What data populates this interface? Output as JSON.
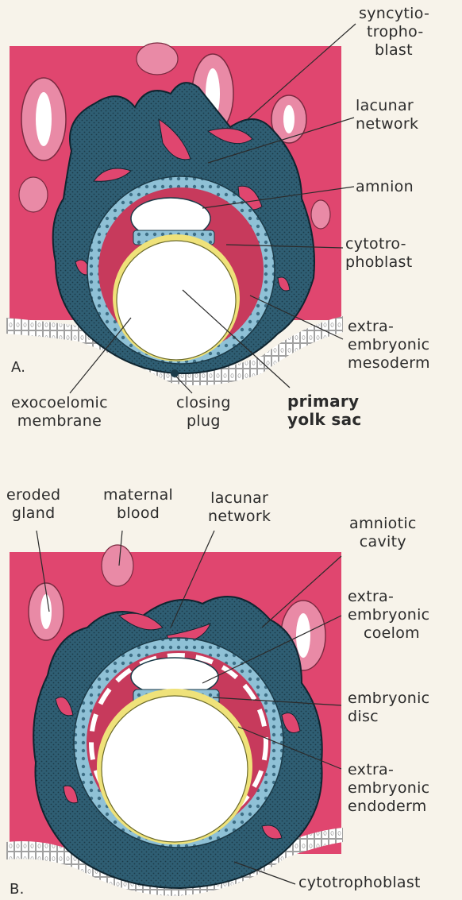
{
  "diagramA": {
    "panel_label": "A.",
    "labels": {
      "syncytiotrophoblast": [
        "syncytio-",
        "tropho-",
        "blast"
      ],
      "lacunar_network": [
        "lacunar",
        "network"
      ],
      "amnion": [
        "amnion"
      ],
      "cytotrophoblast": [
        "cytotro-",
        "phoblast"
      ],
      "extraembryonic_mesoderm": [
        "extra-",
        "embryonic",
        "mesoderm"
      ],
      "exocoelomic_membrane": [
        "exocoelomic",
        "membrane"
      ],
      "closing_plug": [
        "closing",
        "plug"
      ],
      "primary_yolk_sac": [
        "primary",
        "yolk sac"
      ]
    }
  },
  "diagramB": {
    "panel_label": "B.",
    "labels": {
      "eroded_gland": [
        "eroded",
        "gland"
      ],
      "maternal_blood": [
        "maternal",
        "blood"
      ],
      "lacunar_network": [
        "lacunar",
        "network"
      ],
      "amniotic_cavity": [
        "amniotic",
        "cavity"
      ],
      "extraembryonic_coelom": [
        "extra-",
        "embryonic",
        "coelom"
      ],
      "embryonic_disc": [
        "embryonic",
        "disc"
      ],
      "extraembryonic_endoderm": [
        "extra-",
        "embryonic",
        "endoderm"
      ],
      "cytotrophoblast": [
        "cytotrophoblast"
      ]
    }
  },
  "colors": {
    "endometrium": "#e0466f",
    "syncytiotrophoblast": "#2f5e73",
    "cytotrophoblast": "#8fc1d6",
    "mesoderm": "#c73a5c",
    "yolk_sac_lining": "#efe27a",
    "background": "#f7f3ea"
  }
}
